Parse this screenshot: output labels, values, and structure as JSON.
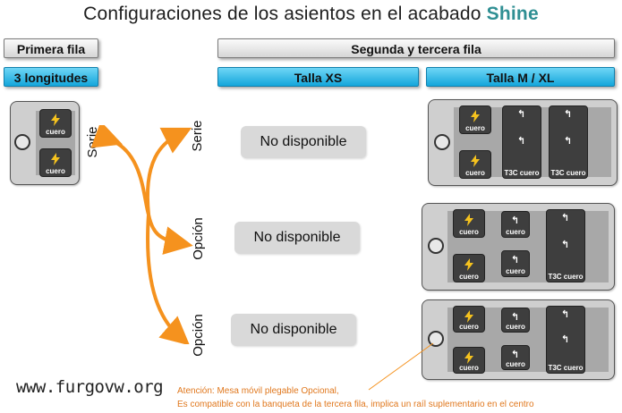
{
  "title": {
    "text": "Configuraciones de los asientos en el acabado ",
    "brand": "Shine"
  },
  "headers": {
    "first_row": "Primera fila",
    "first_row_sub": "3 longitudes",
    "second_third": "Segunda y tercera fila",
    "size_xs": "Talla XS",
    "size_m_xl": "Talla M / XL"
  },
  "rows": [
    {
      "label": "Serie",
      "xs": "No disponible"
    },
    {
      "label": "Opción",
      "xs": "No disponible"
    },
    {
      "label": "Opción",
      "xs": "No disponible"
    }
  ],
  "first_van": {
    "label": "Serie",
    "seats": [
      "cuero",
      "cuero"
    ]
  },
  "seat_labels": {
    "leather": "cuero",
    "t3c": "T3C cuero"
  },
  "footer": {
    "url": "www.furgovw.org",
    "note_line1": "Atención: Mesa móvil plegable Opcional,",
    "note_line2": "Es compatible con la banqueta de la tercera fila, implica un raíl suplementario en el centro"
  },
  "colors": {
    "accent": "#f5921e",
    "brand": "#2f8f93",
    "cyan": "#14a6db"
  }
}
